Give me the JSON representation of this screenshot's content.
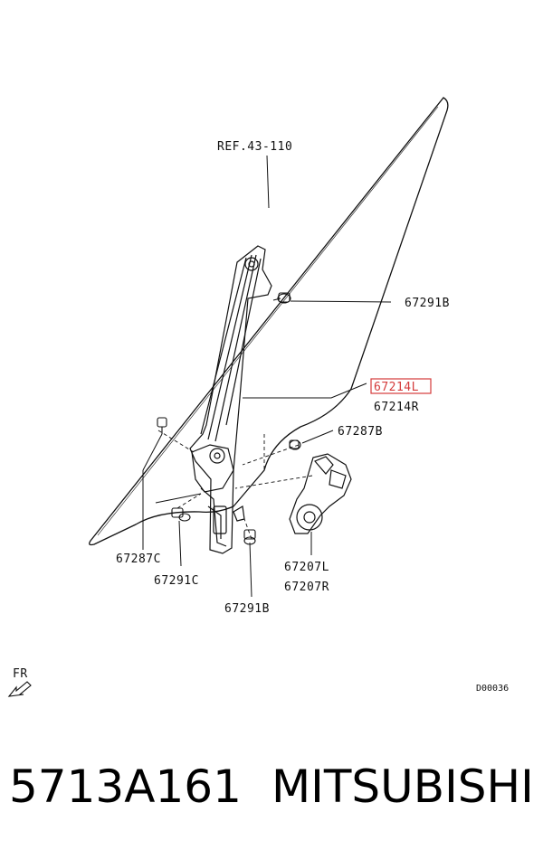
{
  "diagram": {
    "ref_label": "REF.43-110",
    "callouts": {
      "bolt_top": "67291B",
      "regulator_left": "67214L",
      "regulator_right": "67214R",
      "bolt_motor": "67287B",
      "bolt_left": "67287C",
      "bolt_lower_left": "67291C",
      "motor_left": "67207L",
      "motor_right": "67207R",
      "bolt_bottom": "67291B"
    },
    "direction_label": "FR",
    "diagram_code": "D00036",
    "highlight_color": "#d43b3b"
  },
  "footer": {
    "part_number": "5713A161",
    "brand": "MITSUBISHI"
  }
}
